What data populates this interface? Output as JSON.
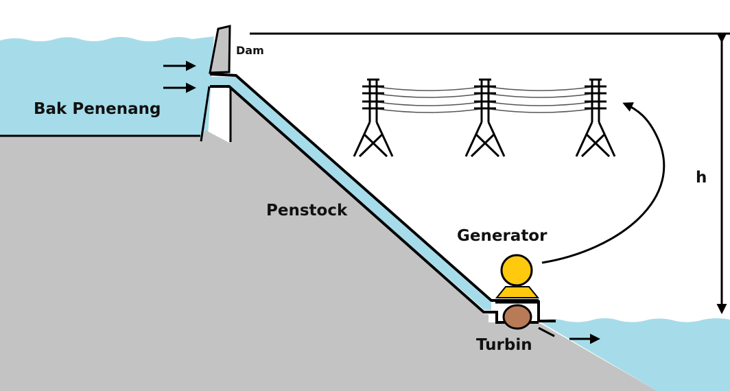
{
  "labels": {
    "reservoir": "Bak Penenang",
    "dam": "Dam",
    "penstock": "Penstock",
    "generator": "Generator",
    "turbine": "Turbin",
    "head": "h"
  },
  "colors": {
    "water": "#a6dcea",
    "ground": "#c3c3c3",
    "generator": "#ffc90e",
    "turbine": "#b97a57",
    "line": "#000000"
  },
  "icons": [
    "arrow-right-icon",
    "transmission-tower-icon",
    "curved-arrow-icon",
    "double-arrow-icon"
  ]
}
